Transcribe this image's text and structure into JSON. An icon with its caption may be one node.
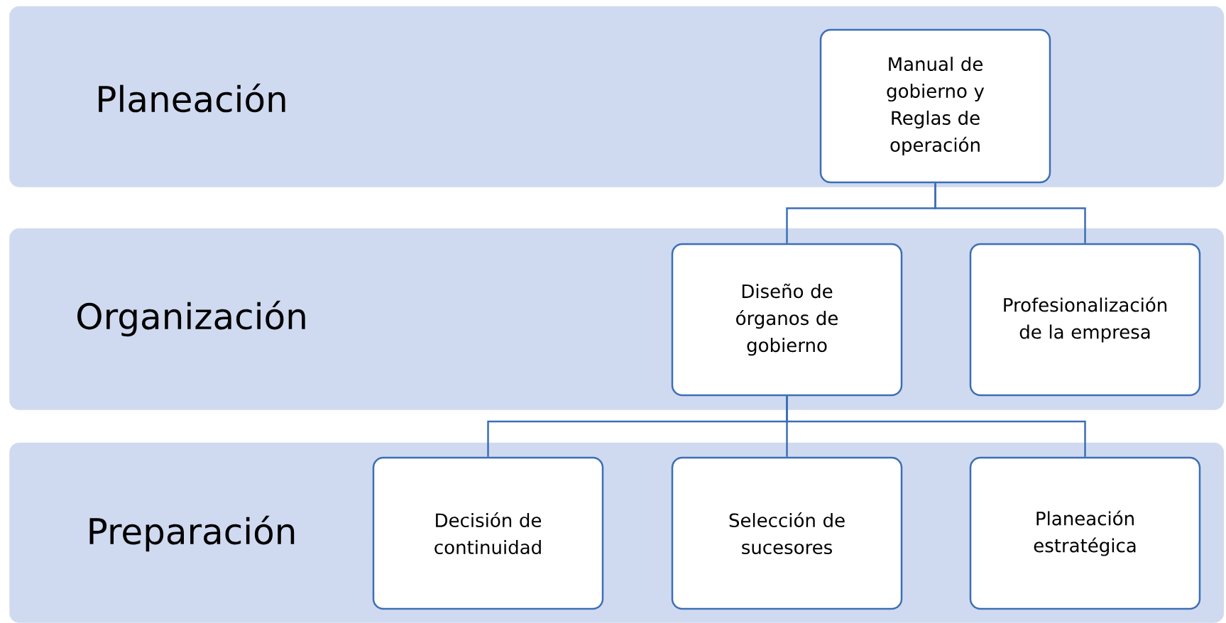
{
  "diagram": {
    "nodes": [
      {
        "text": [
          "Planeación"
        ]
      },
      {
        "text": [
          "Manual de gobierno y Reglas de operación"
        ],
        "in": 0
      },
      {
        "text": [
          "Organización"
        ]
      },
      {
        "text": [
          "Diseño de órganos de gobierno"
        ],
        "in": 2
      },
      {
        "text": [
          "Profesionalización de la empresa"
        ],
        "in": 2
      },
      {
        "text": [
          "Preparación"
        ]
      },
      {
        "text": [
          "Decisión de continuidad"
        ],
        "in": 5
      },
      {
        "text": [
          "Selección de sucesores"
        ],
        "in": 5
      },
      {
        "text": [
          "Planeación estratégica"
        ],
        "in": 5
      }
    ],
    "edges": [
      {
        "from": 1,
        "to": 3,
        "arrow": "none"
      },
      {
        "from": 1,
        "to": 4,
        "arrow": "none"
      },
      {
        "from": 3,
        "to": 6,
        "arrow": "none"
      },
      {
        "from": 3,
        "to": 7,
        "arrow": "none"
      },
      {
        "from": 3,
        "to": 8,
        "arrow": "none"
      }
    ]
  }
}
